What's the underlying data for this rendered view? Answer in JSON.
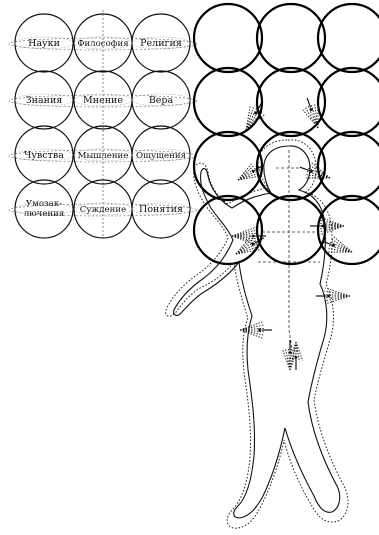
{
  "grid": {
    "cells": [
      [
        "Науки",
        "Философия",
        "Религия"
      ],
      [
        "Знания",
        "Мнение",
        "Вера"
      ],
      [
        "Чувства",
        "Мышление",
        "Ощущения"
      ],
      [
        "Умозак-\nлючения",
        "Суждение",
        "Понятия"
      ]
    ]
  },
  "colors": {
    "ink": "#111111",
    "paper": "#ffffff"
  },
  "icons": [
    "arrow-icon"
  ]
}
